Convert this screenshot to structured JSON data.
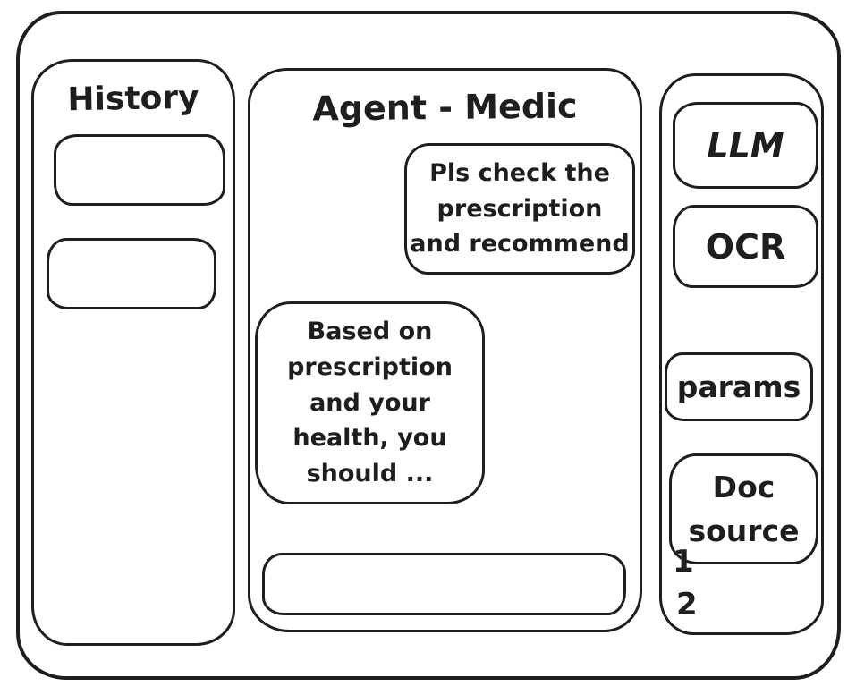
{
  "colors": {
    "ink": "#1e1e1e",
    "background": "#ffffff"
  },
  "sidebar": {
    "title": "History",
    "items": [
      {
        "label": ""
      },
      {
        "label": ""
      }
    ]
  },
  "chat": {
    "title": "Agent - Medic",
    "messages": [
      {
        "role": "user",
        "text": "Pls check the\nprescription\nand recommend"
      },
      {
        "role": "assistant",
        "text": "Based on\nprescription\nand your\nhealth, you\nshould ..."
      }
    ],
    "composer": {
      "value": ""
    }
  },
  "tools": {
    "buttons": [
      {
        "label": "LLM"
      },
      {
        "label": "OCR"
      },
      {
        "label": "params"
      },
      {
        "label": "Doc\nsource"
      }
    ],
    "source_list": [
      "1",
      "2"
    ]
  }
}
